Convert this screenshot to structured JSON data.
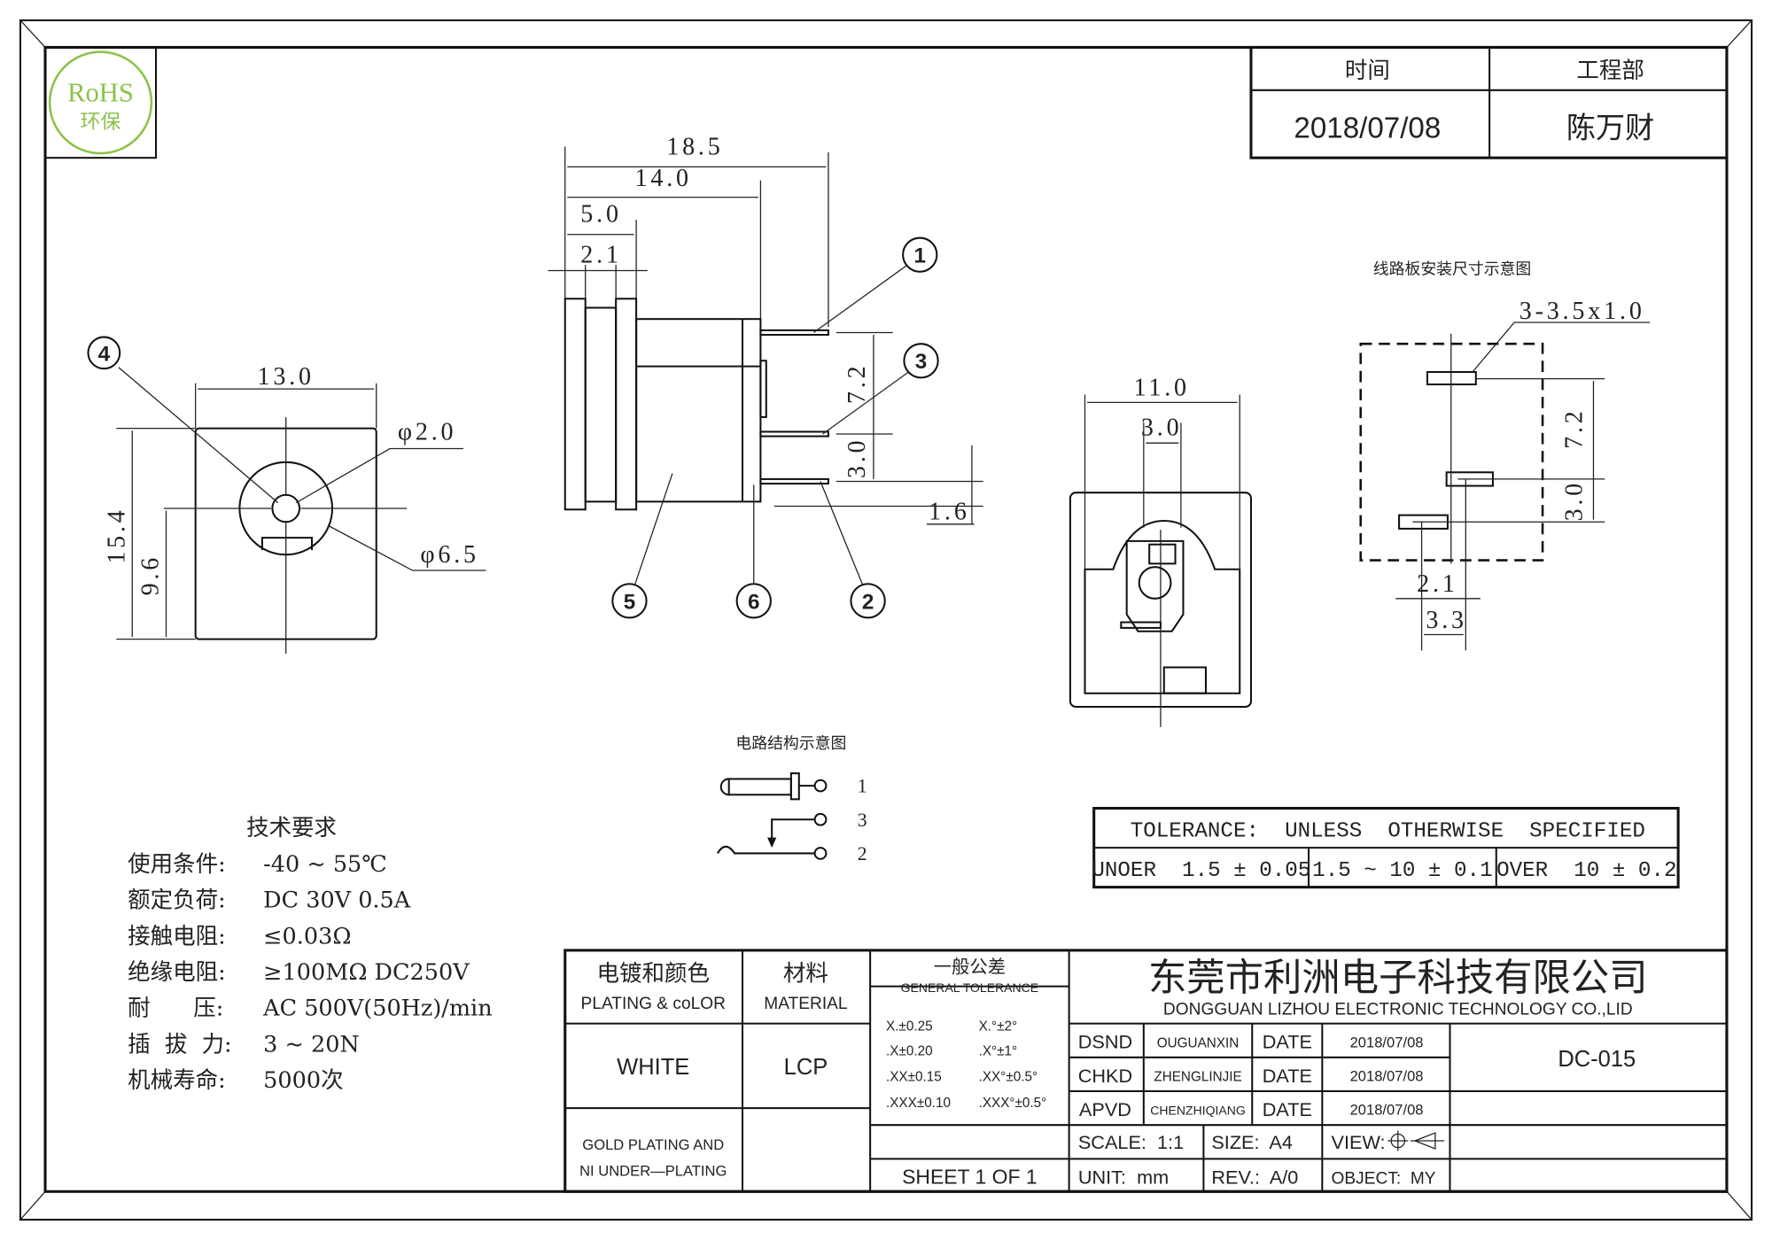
{
  "logo": {
    "text": "RoHS",
    "subtext": "环保",
    "color": "#8bc34a"
  },
  "header": {
    "time_label": "时间",
    "dept_label": "工程部",
    "date": "2018/07/08",
    "person": "陈万财"
  },
  "front_view": {
    "width": "13.0",
    "height": "15.4",
    "center_height": "9.6",
    "inner_dia": "φ2.0",
    "outer_dia": "φ6.5",
    "balloon": "4"
  },
  "side_view": {
    "overall": "18.5",
    "body": "14.0",
    "flange": "5.0",
    "flange_thick": "2.1",
    "pin_spacing_1": "7.2",
    "pin_spacing_2": "3.0",
    "pin_offset": "1.6",
    "balloons": [
      "1",
      "3",
      "2",
      "5",
      "6"
    ]
  },
  "end_view": {
    "width": "11.0",
    "slot": "3.0"
  },
  "pcb_layout": {
    "title": "线路板安装尺寸示意图",
    "pad_spec": "3-3.5x1.0",
    "dim_v1": "7.2",
    "dim_v2": "3.0",
    "dim_h1": "2.1",
    "dim_h2": "3.3"
  },
  "circuit": {
    "title": "电路结构示意图",
    "pins": [
      "1",
      "3",
      "2"
    ]
  },
  "tech_requirements": {
    "title": "技术要求",
    "items": [
      {
        "label": "使用条件:",
        "value": "-40 ~ 55℃"
      },
      {
        "label": "额定负荷:",
        "value": "DC  30V  0.5A"
      },
      {
        "label": "接触电阻:",
        "value": "≤0.03Ω"
      },
      {
        "label": "绝缘电阻:",
        "value": "≥100MΩ  DC250V"
      },
      {
        "label": "耐      压:",
        "value": "AC  500V(50Hz)/min"
      },
      {
        "label": "插  拔  力:",
        "value": "3 ~ 20N"
      },
      {
        "label": "机械寿命:",
        "value": "5000次"
      }
    ]
  },
  "tolerance_table": {
    "title": "TOLERANCE:  UNLESS  OTHERWISE  SPECIFIED",
    "cells": [
      "UNOER  1.5 ± 0.05",
      "1.5 ~ 10 ± 0.1",
      "OVER  10 ± 0.2"
    ]
  },
  "title_block": {
    "plating_cn": "电镀和颜色",
    "plating_en": "PLATING & coLOR",
    "material_cn": "材料",
    "material_en": "MATERIAL",
    "tolerance_cn": "一般公差",
    "tolerance_en": "GENERAL TOLERANCE",
    "tolerances": [
      [
        "X.±0.25",
        "X.°±2°"
      ],
      [
        ".X±0.20",
        ".X°±1°"
      ],
      [
        ".XX±0.15",
        ".XX°±0.5°"
      ],
      [
        ".XXX±0.10",
        ".XXX°±0.5°"
      ]
    ],
    "color": "WHITE",
    "material": "LCP",
    "plating_note_1": "GOLD PLATING AND",
    "plating_note_2": "NI UNDER—PLATING",
    "company_cn": "东莞市利洲电子科技有限公司",
    "company_en": "DONGGUAN LIZHOU ELECTRONIC TECHNOLOGY CO.,LID",
    "rows": [
      {
        "role": "DSND",
        "name": "OUGUANXIN",
        "date_label": "DATE",
        "date": "2018/07/08"
      },
      {
        "role": "CHKD",
        "name": "ZHENGLINJIE",
        "date_label": "DATE",
        "date": "2018/07/08"
      },
      {
        "role": "APVD",
        "name": "CHENZHIQIANG",
        "date_label": "DATE",
        "date": "2018/07/08"
      }
    ],
    "part_no": "DC-015",
    "scale": "SCALE:  1:1",
    "size": "SIZE:  A4",
    "view": "VIEW:",
    "sheet": "SHEET 1 OF 1",
    "unit": "UNIT:  mm",
    "rev": "REV.:  A/0",
    "object": "OBJECT:  MY"
  }
}
